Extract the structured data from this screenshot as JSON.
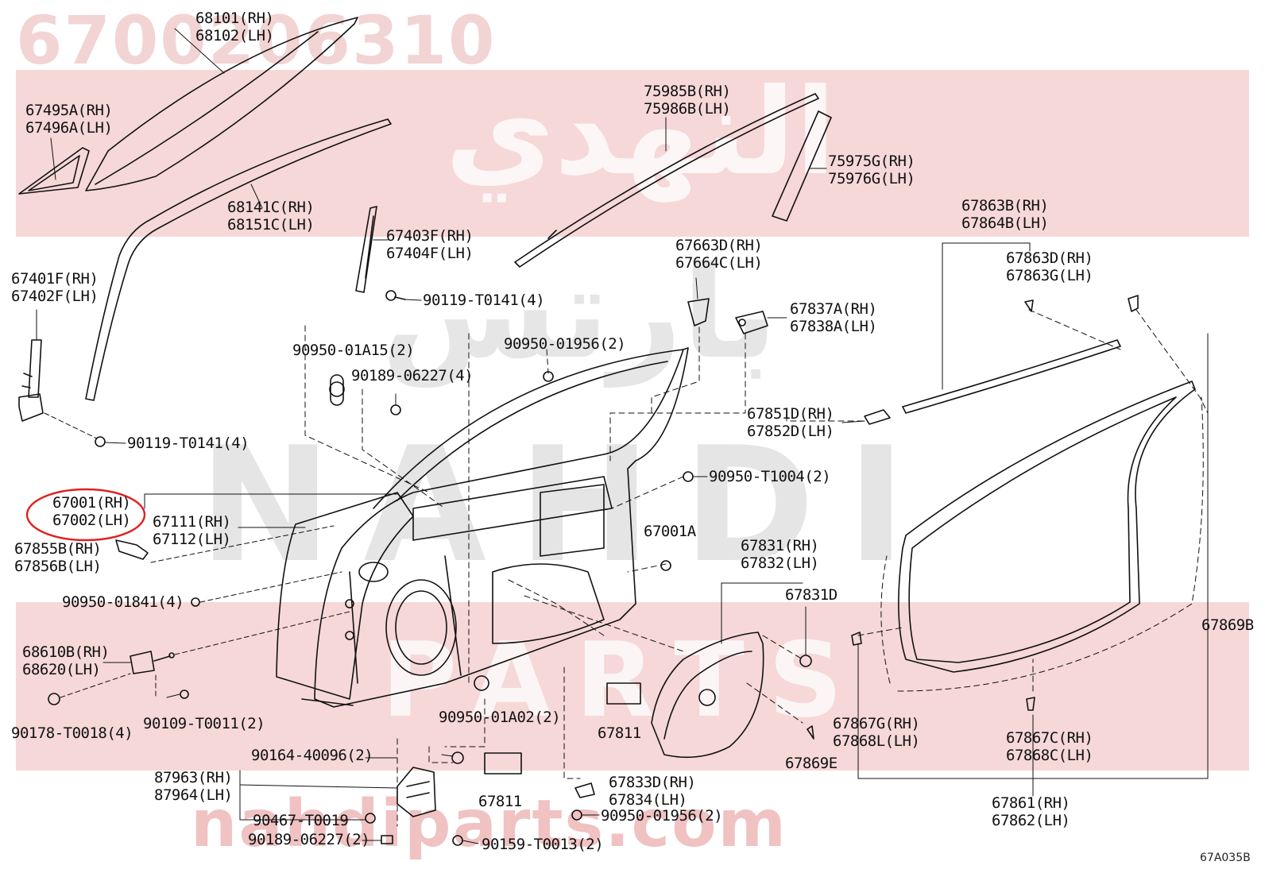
{
  "watermarks": {
    "part_number": "6700206310",
    "arabic_top": "النهدي",
    "arabic_mid": "بارتس",
    "latin_brand_1": "NAHDI",
    "latin_brand_2": "PARTS",
    "website": "nahdiparts.com"
  },
  "diagram_ref": "67A035B",
  "highlight_color": "#e02020",
  "labels": [
    {
      "id": "l-68101",
      "lines": [
        "68101(RH)",
        "68102(LH)"
      ]
    },
    {
      "id": "l-67495a",
      "lines": [
        "67495A(RH)",
        "67496A(LH)"
      ]
    },
    {
      "id": "l-75985b",
      "lines": [
        "75985B(RH)",
        "75986B(LH)"
      ]
    },
    {
      "id": "l-75975g",
      "lines": [
        "75975G(RH)",
        "75976G(LH)"
      ]
    },
    {
      "id": "l-68141c",
      "lines": [
        "68141C(RH)",
        "68151C(LH)"
      ]
    },
    {
      "id": "l-67403f",
      "lines": [
        "67403F(RH)",
        "67404F(LH)"
      ]
    },
    {
      "id": "l-67863b",
      "lines": [
        "67863B(RH)",
        "67864B(LH)"
      ]
    },
    {
      "id": "l-67663d",
      "lines": [
        "67663D(RH)",
        "67664C(LH)"
      ]
    },
    {
      "id": "l-67863d",
      "lines": [
        "67863D(RH)",
        "67863G(LH)"
      ]
    },
    {
      "id": "l-67401f",
      "lines": [
        "67401F(RH)",
        "67402F(LH)"
      ]
    },
    {
      "id": "l-90119a",
      "lines": [
        "90119-T0141(4)"
      ]
    },
    {
      "id": "l-67837a",
      "lines": [
        "67837A(RH)",
        "67838A(LH)"
      ]
    },
    {
      "id": "l-90950-01a15",
      "lines": [
        "90950-01A15(2)"
      ]
    },
    {
      "id": "l-90950-01956a",
      "lines": [
        "90950-01956(2)"
      ]
    },
    {
      "id": "l-90189a",
      "lines": [
        "90189-06227(4)"
      ]
    },
    {
      "id": "l-67851d",
      "lines": [
        "67851D(RH)",
        "67852D(LH)"
      ]
    },
    {
      "id": "l-90119b",
      "lines": [
        "90119-T0141(4)"
      ]
    },
    {
      "id": "l-90950-t1004",
      "lines": [
        "90950-T1004(2)"
      ]
    },
    {
      "id": "l-67001",
      "lines": [
        "67001(RH)",
        "67002(LH)"
      ]
    },
    {
      "id": "l-67111",
      "lines": [
        "67111(RH)",
        "67112(LH)"
      ]
    },
    {
      "id": "l-67001a",
      "lines": [
        "67001A"
      ]
    },
    {
      "id": "l-67855b",
      "lines": [
        "67855B(RH)",
        "67856B(LH)"
      ]
    },
    {
      "id": "l-67831",
      "lines": [
        "67831(RH)",
        "67832(LH)"
      ]
    },
    {
      "id": "l-67831d",
      "lines": [
        "67831D"
      ]
    },
    {
      "id": "l-90950-01841",
      "lines": [
        "90950-01841(4)"
      ]
    },
    {
      "id": "l-67869b",
      "lines": [
        "67869B"
      ]
    },
    {
      "id": "l-68610b",
      "lines": [
        "68610B(RH)",
        "68620(LH)"
      ]
    },
    {
      "id": "l-90178",
      "lines": [
        "90178-T0018(4)"
      ]
    },
    {
      "id": "l-90109",
      "lines": [
        "90109-T0011(2)"
      ]
    },
    {
      "id": "l-90950-01a02",
      "lines": [
        "90950-01A02(2)"
      ]
    },
    {
      "id": "l-67811a",
      "lines": [
        "67811"
      ]
    },
    {
      "id": "l-67867g",
      "lines": [
        "67867G(RH)",
        "67868L(LH)"
      ]
    },
    {
      "id": "l-67869e",
      "lines": [
        "67869E"
      ]
    },
    {
      "id": "l-67867c",
      "lines": [
        "67867C(RH)",
        "67868C(LH)"
      ]
    },
    {
      "id": "l-90164",
      "lines": [
        "90164-40096(2)"
      ]
    },
    {
      "id": "l-87963",
      "lines": [
        "87963(RH)",
        "87964(LH)"
      ]
    },
    {
      "id": "l-67811b",
      "lines": [
        "67811"
      ]
    },
    {
      "id": "l-67833d",
      "lines": [
        "67833D(RH)",
        "67834(LH)"
      ]
    },
    {
      "id": "l-67861",
      "lines": [
        "67861(RH)",
        "67862(LH)"
      ]
    },
    {
      "id": "l-90467",
      "lines": [
        "90467-T0019"
      ]
    },
    {
      "id": "l-90950-01956b",
      "lines": [
        "90950-01956(2)"
      ]
    },
    {
      "id": "l-90189b",
      "lines": [
        "90189-06227(2)"
      ]
    },
    {
      "id": "l-90159",
      "lines": [
        "90159-T0013(2)"
      ]
    }
  ]
}
